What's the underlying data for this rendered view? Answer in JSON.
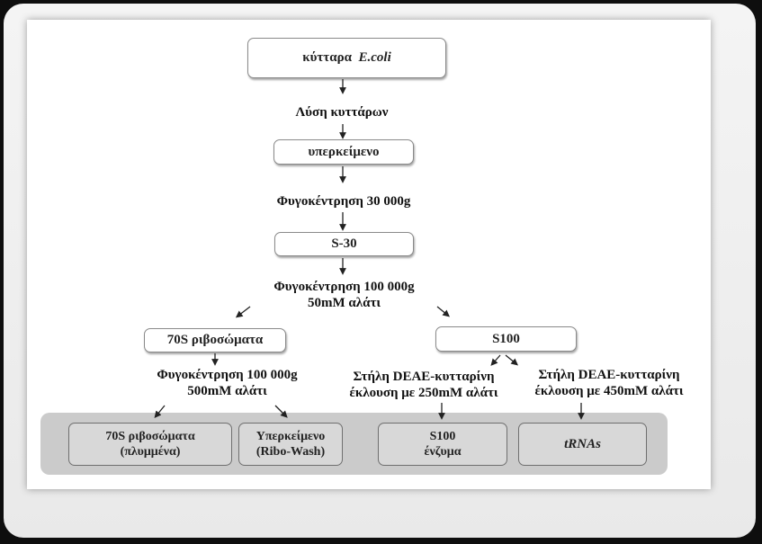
{
  "nodes": {
    "ecoli_prefix": "κύτταρα",
    "ecoli_italic": "E.coli",
    "supernatant": "υπερκείμενο",
    "s30": "S-30",
    "ribo70": "70S ριβοσώματα",
    "s100": "S100",
    "washed_line1": "70S ριβοσώματα",
    "washed_line2": "(πλυμμένα)",
    "ribowash_line1": "Υπερκείμενο",
    "ribowash_line2": "(Ribo-Wash)",
    "enzyme_line1": "S100",
    "enzyme_line2": "ένζυμα",
    "trna": "tRNAs"
  },
  "labels": {
    "lysis": "Λύση κυττάρων",
    "cent30": "Φυγοκέντρηση 30 000g",
    "cent100_line1": "Φυγοκέντρηση 100 000g",
    "cent100_line2": "50mM αλάτι",
    "cent100b_line1": "Φυγοκέντρηση 100 000g",
    "cent100b_line2": "500mM αλάτι",
    "deae250_line1": "Στήλη DEAE-κυτταρίνη",
    "deae250_line2": "έκλουση με 250mM αλάτι",
    "deae450_line1": "Στήλη DEAE-κυτταρίνη",
    "deae450_line2": "έκλουση με 450mM αλάτι"
  }
}
